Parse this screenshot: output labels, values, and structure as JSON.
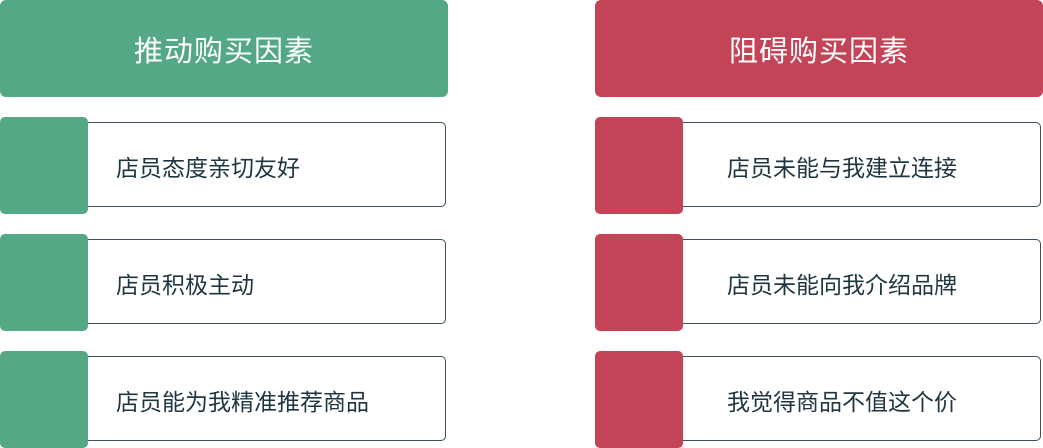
{
  "left": {
    "title": "推动购买因素",
    "accent_color": "#54a886",
    "items": [
      {
        "label": "店员态度亲切友好"
      },
      {
        "label": "店员积极主动"
      },
      {
        "label": "店员能为我精准推荐商品"
      }
    ]
  },
  "right": {
    "title": "阻碍购买因素",
    "accent_color": "#c44457",
    "items": [
      {
        "label": "店员未能与我建立连接"
      },
      {
        "label": "店员未能向我介绍品牌"
      },
      {
        "label": "我觉得商品不值这个价"
      }
    ]
  }
}
